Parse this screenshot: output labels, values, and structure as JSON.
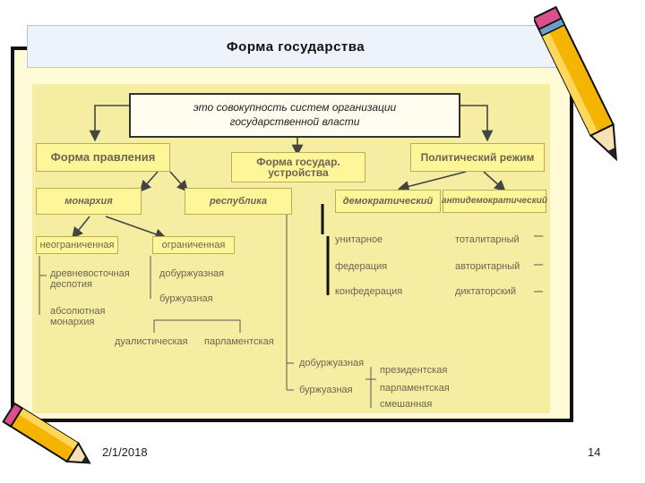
{
  "title": "Форма государства",
  "definition": {
    "line1": "это совокупность систем организации",
    "line2": "государственной власти"
  },
  "categories": {
    "form_of_government": "Форма правления",
    "state_structure_line1": "Форма государ.",
    "state_structure_line2": "устройства",
    "political_regime": "Политический режим"
  },
  "government": {
    "monarchy": "монархия",
    "republic": "республика",
    "unlimited": "неограниченная",
    "limited": "ограниченная",
    "ancient_eastern_line1": "древневосточная",
    "ancient_eastern_line2": "деспотия",
    "absolute_line1": "абсолютная",
    "absolute_line2": "монархия",
    "pre_bourgeois": "добуржуазная",
    "bourgeois": "буржуазная",
    "dualistic": "дуалистическая",
    "parliamentary": "парламентская"
  },
  "structure": {
    "unitary": "унитарное",
    "federation": "федерация",
    "confederation": "конфедерация"
  },
  "regime": {
    "democratic": "демократический",
    "antidemocratic": "антидемократический",
    "totalitarian": "тоталитарный",
    "authoritarian": "авторитарный",
    "dictatorial": "диктаторский"
  },
  "republic_types": {
    "pre_bourgeois": "добуржуазная",
    "bourgeois": "буржуазная",
    "presidential": "президентская",
    "parliamentary": "парламентская",
    "mixed": "смешанная"
  },
  "footer": {
    "date": "2/1/2018",
    "page": "14"
  },
  "colors": {
    "panel": "#f5eea2",
    "box": "#fff69a",
    "frame": "#fffbd6",
    "pencil": "#f4b400"
  }
}
